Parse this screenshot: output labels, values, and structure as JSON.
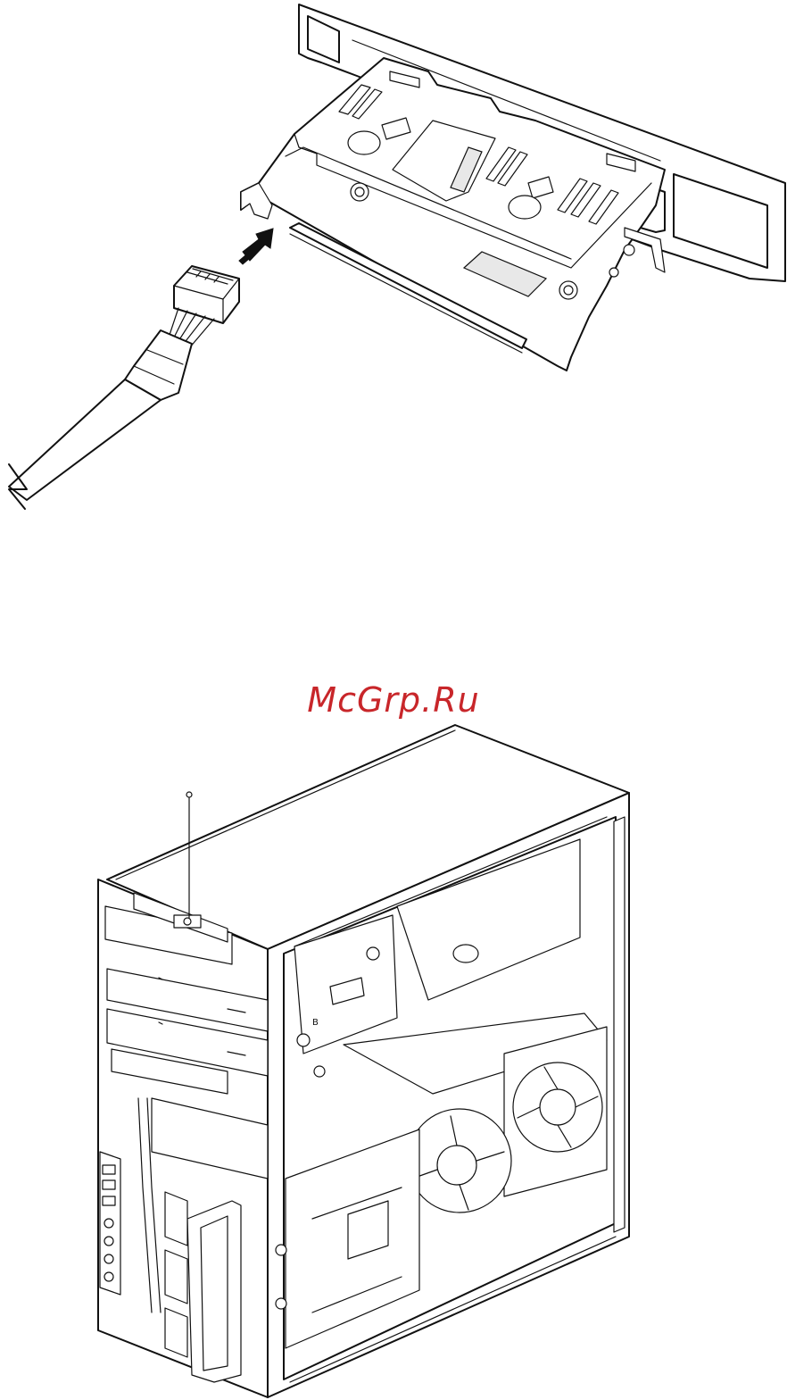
{
  "watermark": {
    "text": "McGrp.Ru",
    "color": "#c8262a"
  },
  "figures": [
    {
      "id": "card-reader-bay-cable",
      "icon": "connector-insert-arrow-icon"
    },
    {
      "id": "pc-chassis-side-view",
      "icon": "chassis-screw-icon"
    }
  ],
  "labels": {
    "bay_letter": "B"
  }
}
